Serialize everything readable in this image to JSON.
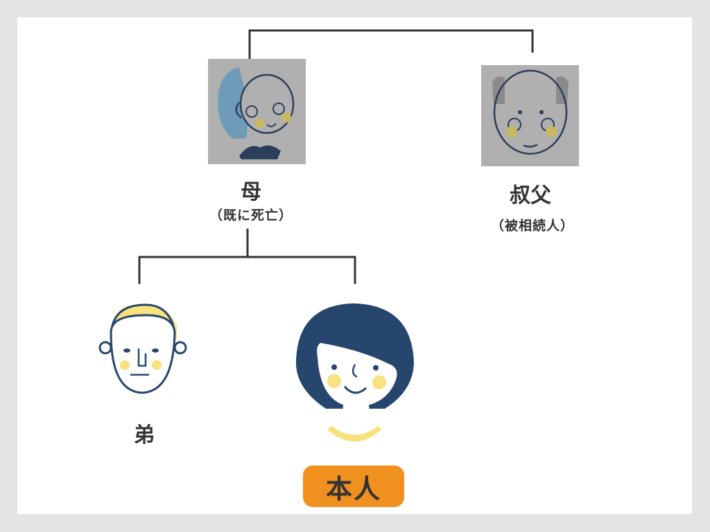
{
  "persons": {
    "mother": {
      "name": "母",
      "note": "（既に死亡）",
      "icon": "elderly-woman-avatar"
    },
    "uncle": {
      "name": "叔父",
      "note": "（被相続人）",
      "icon": "elderly-man-avatar"
    },
    "brother": {
      "name": "弟",
      "icon": "young-man-avatar"
    },
    "self": {
      "name": "本人",
      "icon": "woman-avatar"
    }
  },
  "colors": {
    "line": "#333333",
    "badge": "#f0901e",
    "navy": "#27466e",
    "yellow": "#f8e27e",
    "deceased_bg": "#b0b0b0"
  }
}
